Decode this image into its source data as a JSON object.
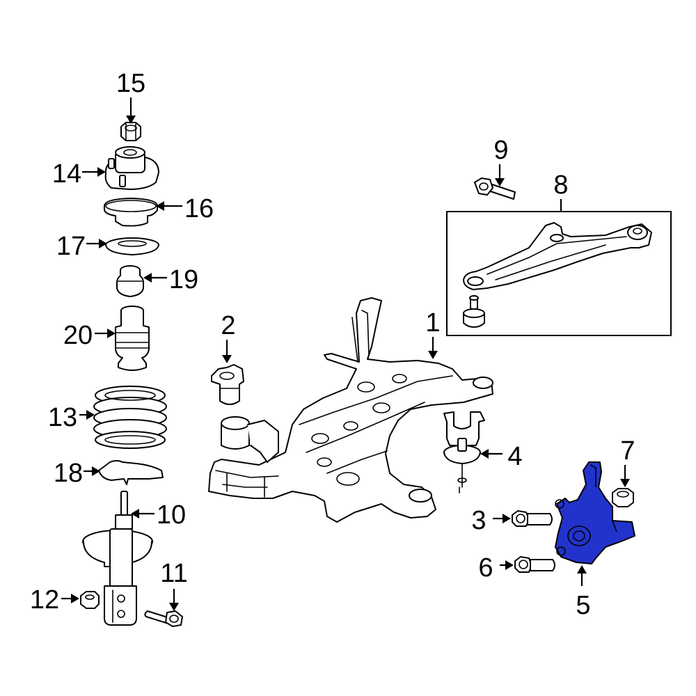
{
  "diagram": {
    "highlight_color": "#2233cc",
    "callouts": [
      {
        "id": "1",
        "label": "1"
      },
      {
        "id": "2",
        "label": "2"
      },
      {
        "id": "3",
        "label": "3"
      },
      {
        "id": "4",
        "label": "4"
      },
      {
        "id": "5",
        "label": "5"
      },
      {
        "id": "6",
        "label": "6"
      },
      {
        "id": "7",
        "label": "7"
      },
      {
        "id": "8",
        "label": "8"
      },
      {
        "id": "9",
        "label": "9"
      },
      {
        "id": "10",
        "label": "10"
      },
      {
        "id": "11",
        "label": "11"
      },
      {
        "id": "12",
        "label": "12"
      },
      {
        "id": "13",
        "label": "13"
      },
      {
        "id": "14",
        "label": "14"
      },
      {
        "id": "15",
        "label": "15"
      },
      {
        "id": "16",
        "label": "16"
      },
      {
        "id": "17",
        "label": "17"
      },
      {
        "id": "18",
        "label": "18"
      },
      {
        "id": "19",
        "label": "19"
      },
      {
        "id": "20",
        "label": "20"
      }
    ]
  }
}
